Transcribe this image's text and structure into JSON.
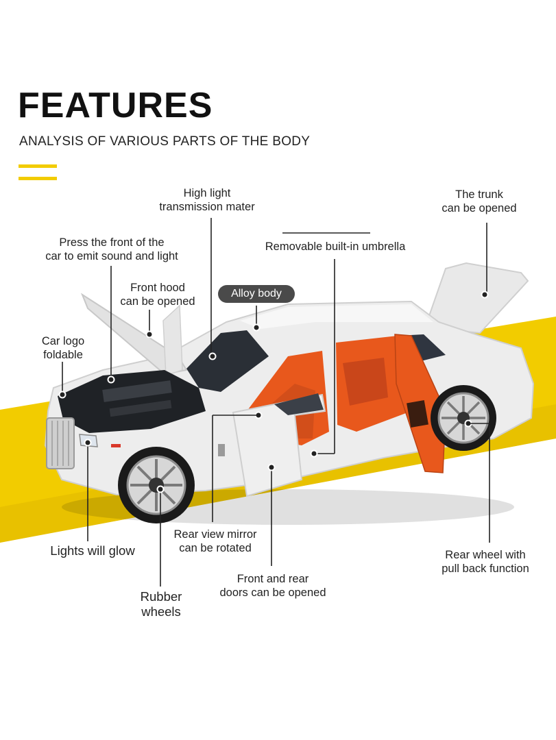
{
  "header": {
    "title": "FEATURES",
    "subtitle": "ANALYSIS OF VARIOUS PARTS OF THE BODY"
  },
  "colors": {
    "accent_yellow": "#f2cc00",
    "car_body_white": "#ededed",
    "interior_orange": "#e8581c",
    "pill_background": "#4a4a4a",
    "leader_line": "#222222"
  },
  "callouts": {
    "high_light": {
      "line1": "High light",
      "line2": "transmission mater"
    },
    "trunk": {
      "line1": "The trunk",
      "line2": "can be opened"
    },
    "press_front": {
      "line1": "Press the front of the",
      "line2": "car to emit sound and light"
    },
    "umbrella": {
      "line1": "Removable built-in umbrella"
    },
    "front_hood": {
      "line1": "Front hood",
      "line2": "can be opened"
    },
    "alloy_body": {
      "line1": "Alloy body"
    },
    "car_logo": {
      "line1": "Car logo",
      "line2": "foldable"
    },
    "lights": {
      "line1": "Lights will glow"
    },
    "mirror": {
      "line1": "Rear view mirror",
      "line2": "can be rotated"
    },
    "rear_wheel": {
      "line1": "Rear wheel with",
      "line2": "pull back function"
    },
    "doors": {
      "line1": "Front and rear",
      "line2": "doors can be opened"
    },
    "rubber": {
      "line1": "Rubber",
      "line2": "wheels"
    }
  }
}
